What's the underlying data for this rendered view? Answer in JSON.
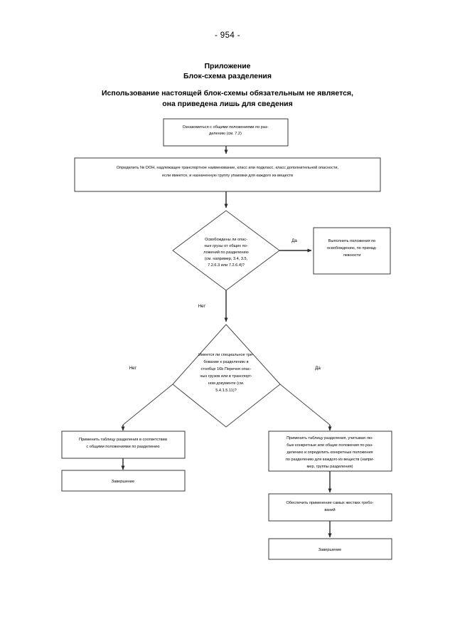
{
  "page": {
    "number_label": "- 954 -"
  },
  "heading": {
    "line1": "Приложение",
    "line2": "Блок-схема разделения"
  },
  "subheading": {
    "line1": "Использование настоящей блок-схемы обязательным не является,",
    "line2": "она приведена лишь для сведения"
  },
  "chart_data": {
    "type": "diagram",
    "title": "Блок-схема разделения",
    "nodes": [
      {
        "id": "n1",
        "shape": "rect",
        "lines": [
          "Ознакомиться с общими положениями по раз-",
          "делению (см. 7.2)"
        ]
      },
      {
        "id": "n2",
        "shape": "rect",
        "lines": [
          "Определить № ООН, надлежащее транспортное наименование, класс или подкласс, класс дополнительной опасности,",
          "если имеется, и назначенную группу упаковки для каждого из веществ"
        ]
      },
      {
        "id": "d1",
        "shape": "diamond",
        "lines": [
          "Освобождены ли опас-",
          "ные грузы от общих по-",
          "ложений по разделению",
          "(см. например, 3.4, 3.5,",
          "7.2.6.3 или 7.2.6.4)?"
        ]
      },
      {
        "id": "n3",
        "shape": "rect",
        "lines": [
          "Выполнить положения по",
          "освобождению, по принад-",
          "лежности"
        ]
      },
      {
        "id": "d2",
        "shape": "diamond",
        "lines": [
          "Имеется ли специальное тре-",
          "бование к разделению в",
          "столбце 16b Перечня опас-",
          "ных грузов или в транспорт-",
          "ном документе (см.",
          "5.4.1.5.11)?"
        ]
      },
      {
        "id": "n4",
        "shape": "rect",
        "lines": [
          "Применить таблицу разделения в соответствии",
          "с общими положениями по разделению"
        ]
      },
      {
        "id": "n5",
        "shape": "rect",
        "lines": [
          "Завершение"
        ]
      },
      {
        "id": "n6",
        "shape": "rect",
        "lines": [
          "Применить таблицу разделения, учитывая лю-",
          "бые конкретные или общие положения по раз-",
          "делению и определить конкретные положения",
          "по разделению для каждого из веществ (напри-",
          "мер, группы разделения)"
        ]
      },
      {
        "id": "n7",
        "shape": "rect",
        "lines": [
          "Обеспечить применение самых жестких требо-",
          "ваний"
        ]
      },
      {
        "id": "n8",
        "shape": "rect",
        "lines": [
          "Завершение"
        ]
      }
    ],
    "branch_labels": {
      "d1_yes": "Да",
      "d1_no": "Нет",
      "d2_no": "Нет",
      "d2_yes": "Да"
    },
    "edges": [
      {
        "from": "n1",
        "to": "n2",
        "label": ""
      },
      {
        "from": "n2",
        "to": "d1",
        "label": ""
      },
      {
        "from": "d1",
        "to": "n3",
        "label": "Да"
      },
      {
        "from": "d1",
        "to": "d2",
        "label": "Нет"
      },
      {
        "from": "d2",
        "to": "n4",
        "label": "Нет"
      },
      {
        "from": "d2",
        "to": "n6",
        "label": "Да"
      },
      {
        "from": "n4",
        "to": "n5",
        "label": ""
      },
      {
        "from": "n6",
        "to": "n7",
        "label": ""
      },
      {
        "from": "n7",
        "to": "n8",
        "label": ""
      }
    ]
  }
}
